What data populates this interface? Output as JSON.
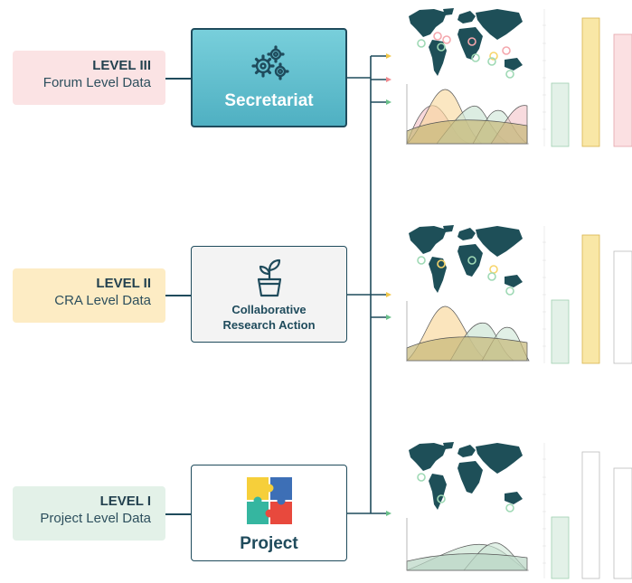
{
  "levels": [
    {
      "level": "LEVEL III",
      "name": "Forum Level Data"
    },
    {
      "level": "LEVEL II",
      "name": "CRA Level Data"
    },
    {
      "level": "LEVEL I",
      "name": "Project Level Data"
    }
  ],
  "entities": {
    "secretariat": "Secretariat",
    "cra_line1": "Collaborative",
    "cra_line2": "Research Action",
    "project": "Project"
  },
  "colors": {
    "level3_bg": "#fbe3e4",
    "level2_bg": "#fdecc4",
    "level1_bg": "#e3f1e8",
    "secretariat_bg": "#5bbccb",
    "cra_bg": "#f3f3f3",
    "project_bg": "#ffffff",
    "line": "#1f4b5c",
    "map": "#1e4f58",
    "pink": "#f2b8bd",
    "yellow": "#f9e29c",
    "green": "#cde6d6"
  },
  "icons": [
    "gears-icon",
    "plant-pot-icon",
    "puzzle-icon"
  ]
}
